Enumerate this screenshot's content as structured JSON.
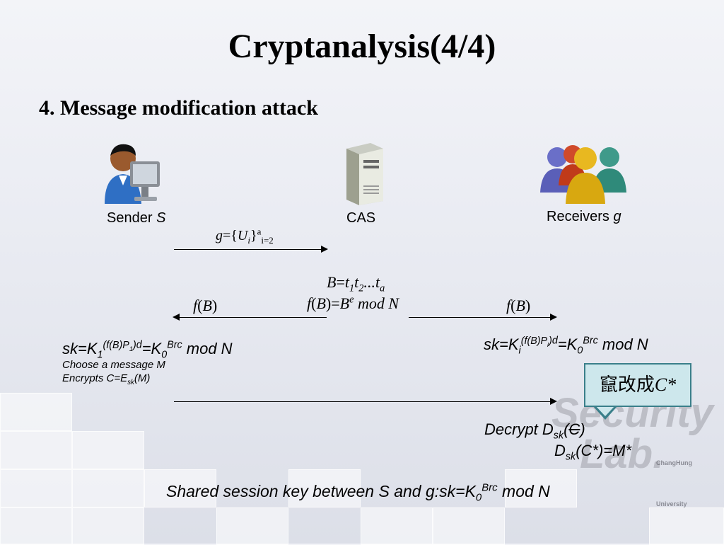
{
  "title": "Cryptanalysis(4/4)",
  "subtitle": "4. Message modification attack",
  "actors": {
    "sender": {
      "label": "Sender",
      "var": "S",
      "icon": "user-at-computer-icon"
    },
    "cas": {
      "label": "CAS",
      "icon": "server-icon"
    },
    "receivers": {
      "label": "Receivers",
      "var": "g",
      "icon": "user-group-icon"
    }
  },
  "msg1": {
    "g": "g",
    "eq": "={",
    "U": "U",
    "i": "i",
    "close": "}",
    "a": "a",
    "range": "i=2"
  },
  "msg2": {
    "B": "B",
    "eq": "=",
    "t": "t",
    "s1": "1",
    "s2": "2",
    "dots": "...",
    "sa": "a",
    "f": "f",
    "lp": "(",
    "rp": ")",
    "e": "e",
    "mod": "mod N"
  },
  "left_key": {
    "sk": "sk=K",
    "sub1": "1",
    "exp": "(f(B)P",
    "exp_sub": "1",
    "exp_close": ")",
    "d": "d",
    "eq": "=K",
    "sub0": "0",
    "brc": "Br",
    "c": "c",
    "mod": " mod N"
  },
  "left_notes": {
    "line1": "Choose a message M",
    "line2a": "Encrypts C=E",
    "line2sub": "sk",
    "line2b": "(M)"
  },
  "right_key": {
    "sk": "sk=K",
    "subi": "i",
    "exp": "(f(B)P",
    "exp_sub": "i",
    "exp_close": ")",
    "d": "d",
    "eq": "=K",
    "sub0": "0",
    "brc": "Br",
    "c": "c",
    "mod": " mod N"
  },
  "callout": {
    "cjk": "竄改成",
    "var": "C*"
  },
  "decrypt": {
    "l1a": "Decrypt D",
    "l1sub": "sk",
    "l1b": "(",
    "l1c": "C",
    "l1d": ")",
    "l2a": "D",
    "l2sub": "sk",
    "l2b": "(C*)=M*"
  },
  "footer": {
    "text": "Shared session key between S and g:sk=K",
    "sub0": "0",
    "brc": "Br",
    "c": "c",
    "mod": " mod N"
  },
  "watermark": {
    "line1": "Security",
    "line2": "Lab.",
    "sub": "ChangHung University"
  }
}
